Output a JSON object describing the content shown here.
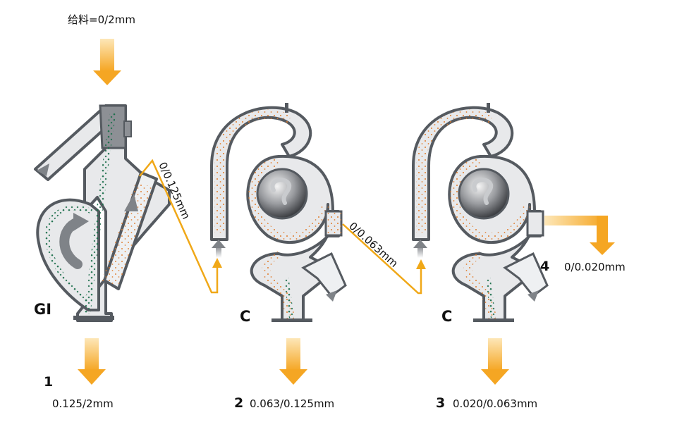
{
  "feed": {
    "label": "给料=0/2mm"
  },
  "stages": [
    {
      "machine": "GI",
      "number": "1",
      "product": "0.125/2mm"
    },
    {
      "machine": "C",
      "number": "2",
      "product": "0.063/0.125mm"
    },
    {
      "machine": "C",
      "number": "3",
      "product": "0.020/0.063mm"
    }
  ],
  "final": {
    "number": "4",
    "product": "0/0.020mm"
  },
  "transfers": [
    {
      "label": "0/0.125mm"
    },
    {
      "label": "0/0.063mm"
    }
  ],
  "colors": {
    "arrow_orange": "#f5a623",
    "line_orange": "#f0a818",
    "machine_outline": "#555a60",
    "machine_fill": "#e8e9eb",
    "particle_green": "#1a6e4a",
    "particle_orange": "#e07b2a"
  }
}
